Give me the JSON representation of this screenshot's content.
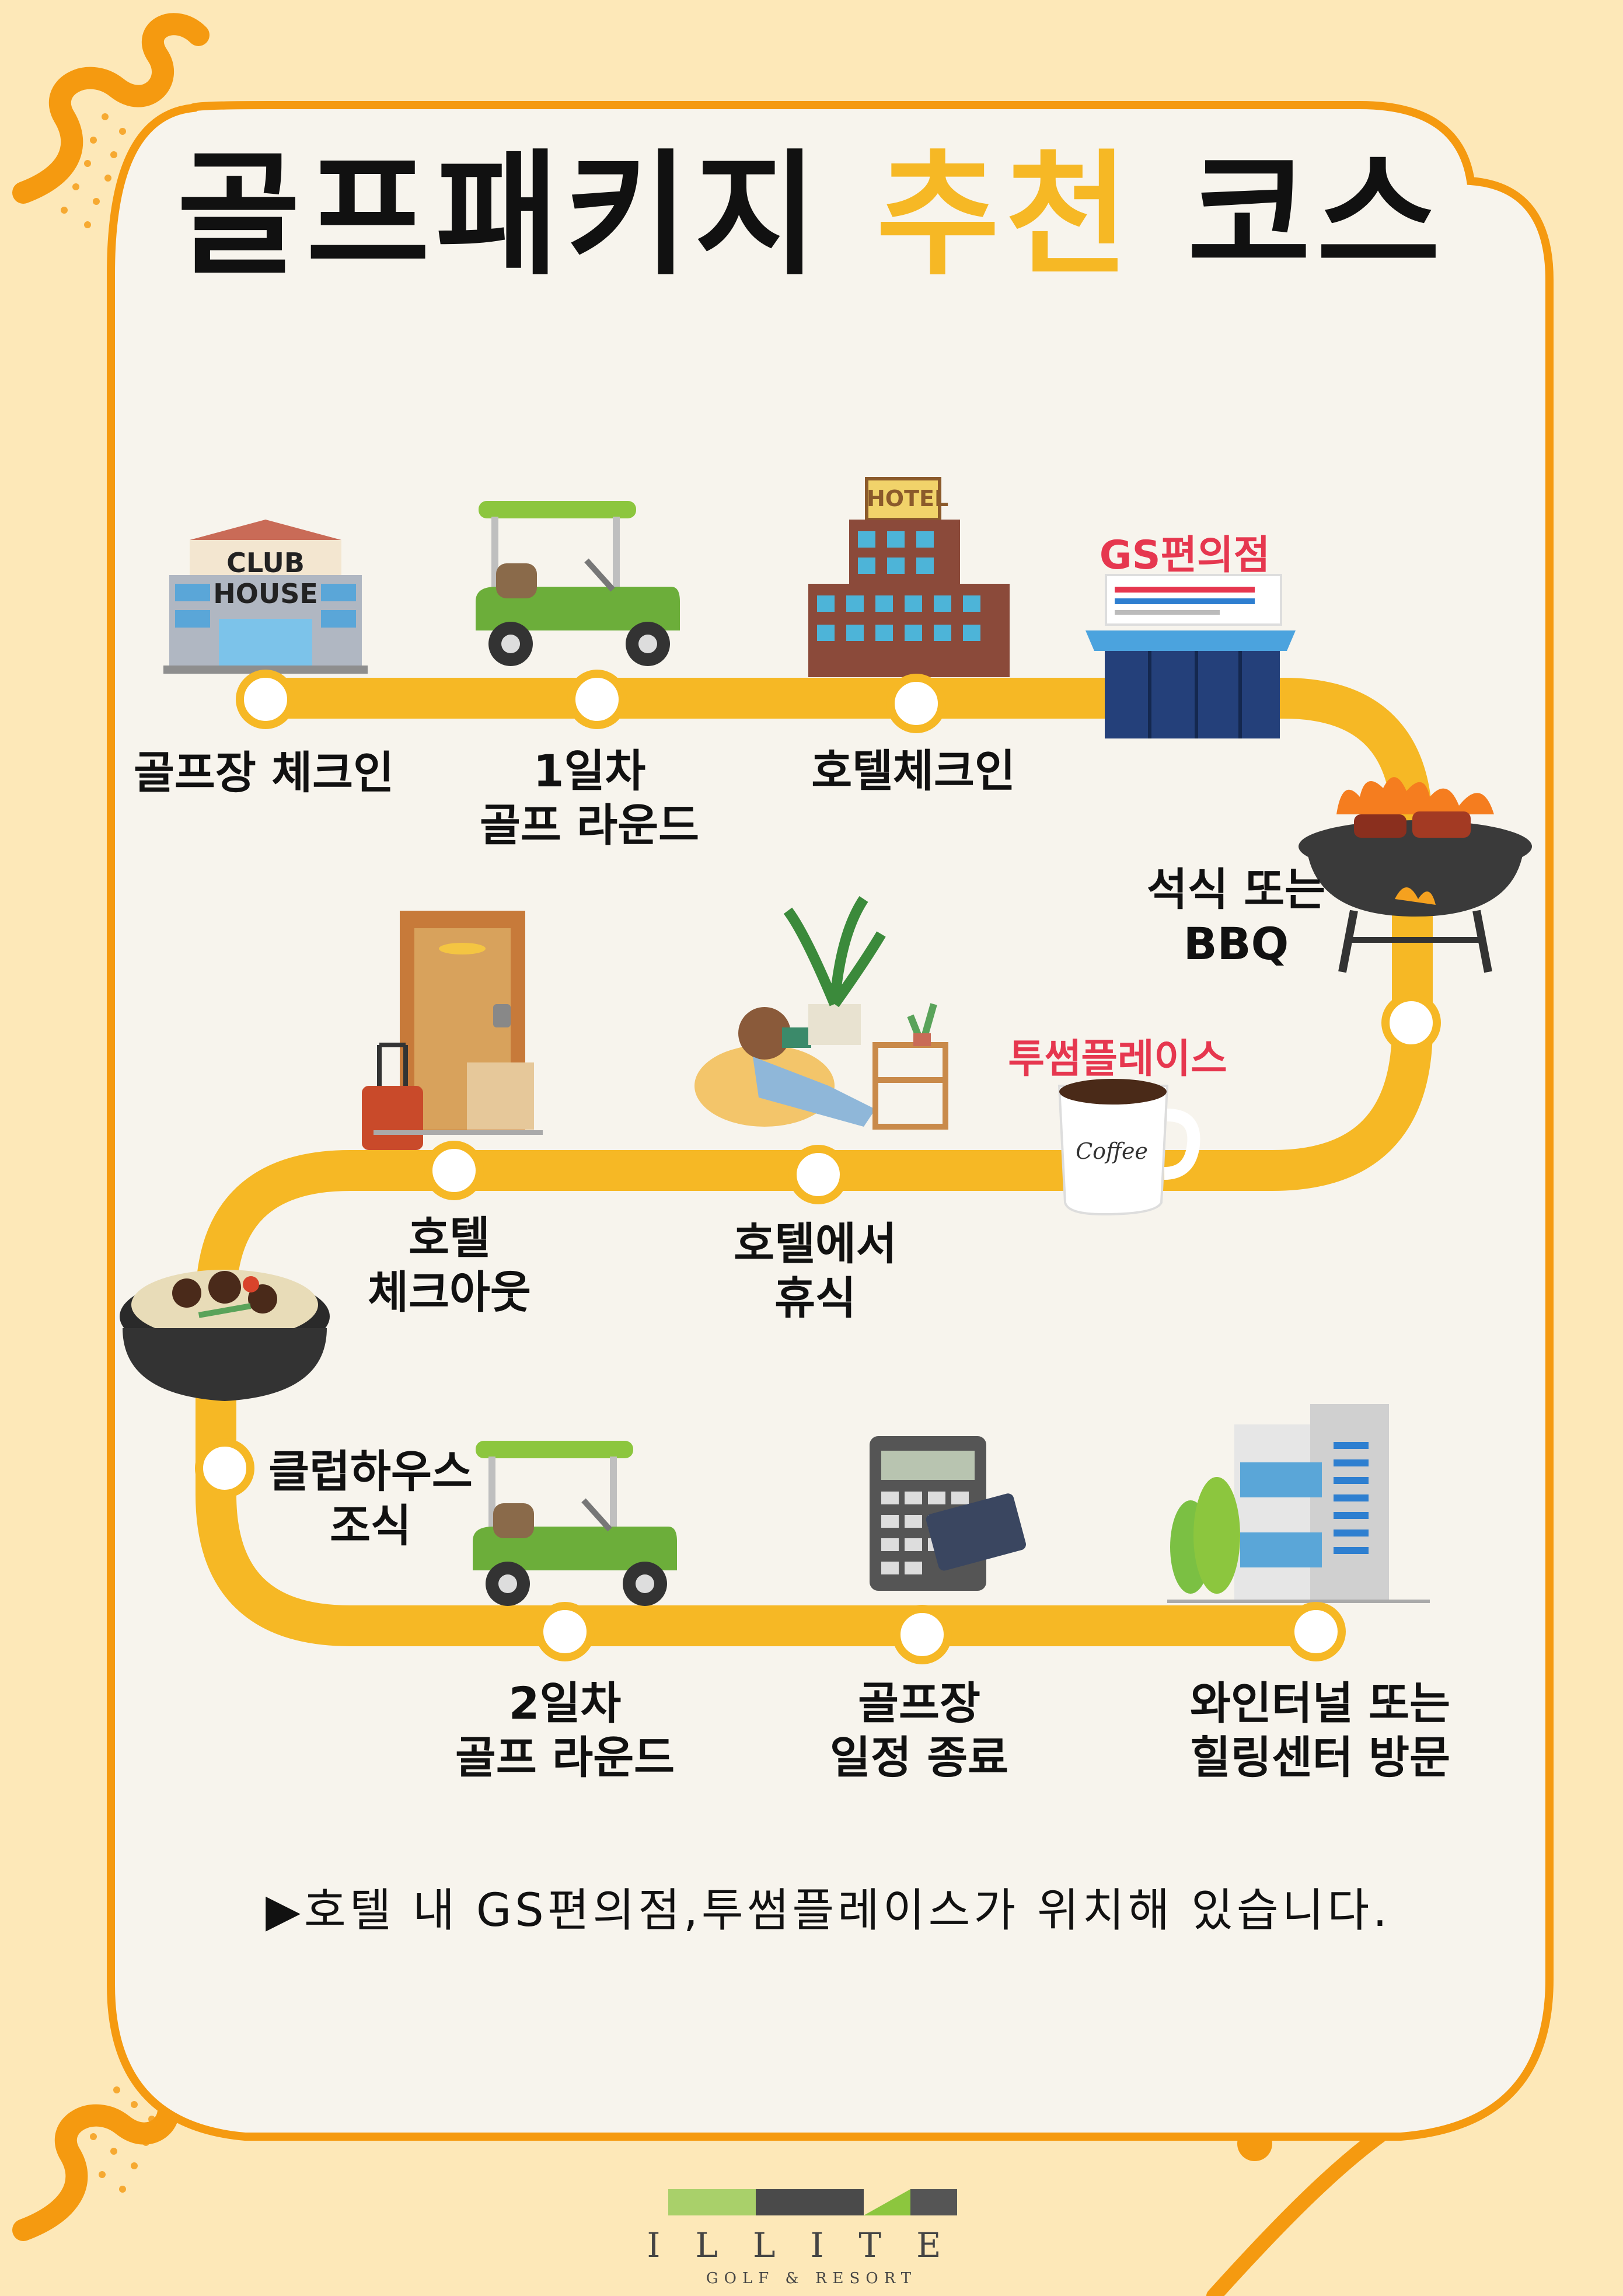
{
  "title": {
    "part1": "골프패키지",
    "part2": "추천",
    "part3": "코스"
  },
  "colors": {
    "accent_yellow": "#f6b825",
    "orange_frame": "#f59a10",
    "brand_red": "#e6374f",
    "background": "#fde8b8",
    "panel": "#f7f4ed"
  },
  "stops": [
    {
      "line1": "골프장 체크인",
      "line2": "",
      "icon": "clubhouse-icon"
    },
    {
      "line1": "1일차",
      "line2": "골프 라운드",
      "icon": "golf-cart-icon"
    },
    {
      "line1": "호텔체크인",
      "line2": "",
      "icon": "hotel-icon"
    },
    {
      "line1": "석식 또는",
      "line2": "BBQ",
      "icon": "bbq-grill-icon"
    },
    {
      "line1": "호텔에서",
      "line2": "휴식",
      "icon": "reading-woman-icon"
    },
    {
      "line1": "호텔",
      "line2": "체크아웃",
      "icon": "door-luggage-icon"
    },
    {
      "line1": "클럽하우스",
      "line2": "조식",
      "icon": "stew-pot-icon"
    },
    {
      "line1": "2일차",
      "line2": "골프 라운드",
      "icon": "golf-cart-icon"
    },
    {
      "line1": "골프장",
      "line2": "일정 종료",
      "icon": "calculator-card-icon"
    },
    {
      "line1": "와인터널  또는",
      "line2": "힐링센터 방문",
      "icon": "building-icon"
    }
  ],
  "brands": {
    "convenience_store": "GS편의점",
    "cafe": "투썸플레이스"
  },
  "illustration_text": {
    "clubhouse_line1": "CLUB",
    "clubhouse_line2": "HOUSE",
    "hotel_sign": "HOTEL",
    "coffee_mug": "Coffee"
  },
  "note": "▶호텔 내 GS편의점,투썸플레이스가 위치해 있습니다.",
  "logo": {
    "name": "ILLITE",
    "subtitle": "GOLF & RESORT"
  }
}
